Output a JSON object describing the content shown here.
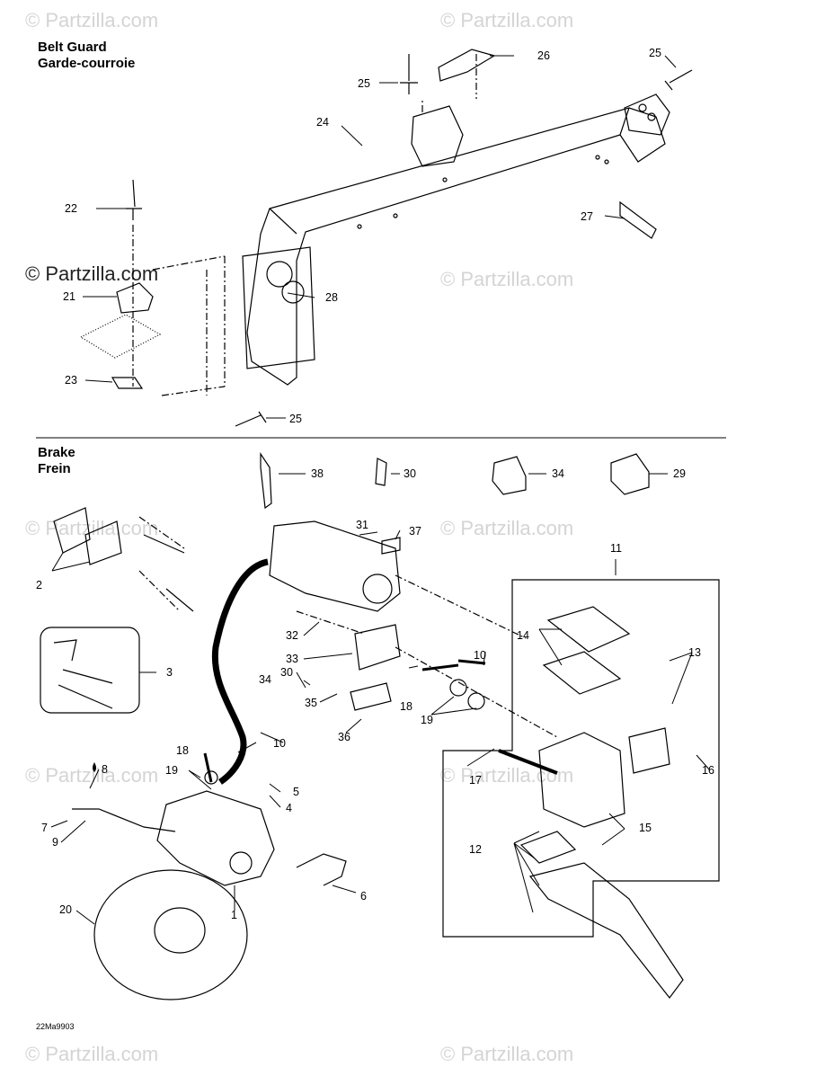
{
  "sections": {
    "belt_guard": {
      "title_en": "Belt Guard",
      "title_fr": "Garde-courroie"
    },
    "brake": {
      "title_en": "Brake",
      "title_fr": "Frein"
    }
  },
  "watermark": {
    "text": "Partzilla.com",
    "copyright_text": "© Partzilla.com"
  },
  "diagram_code": "22Ma9903",
  "callouts": {
    "c1": "1",
    "c2": "2",
    "c3": "3",
    "c4": "4",
    "c5": "5",
    "c6": "6",
    "c7": "7",
    "c8": "8",
    "c9": "9",
    "c10a": "10",
    "c10b": "10",
    "c11": "11",
    "c12": "12",
    "c13": "13",
    "c14": "14",
    "c15": "15",
    "c16": "16",
    "c17": "17",
    "c18a": "18",
    "c18b": "18",
    "c19a": "19",
    "c19b": "19",
    "c20": "20",
    "c21": "21",
    "c22": "22",
    "c23": "23",
    "c24": "24",
    "c25a": "25",
    "c25b": "25",
    "c25c": "25",
    "c26": "26",
    "c27": "27",
    "c28": "28",
    "c29": "29",
    "c30a": "30",
    "c30b": "30",
    "c31": "31",
    "c32": "32",
    "c33": "33",
    "c34a": "34",
    "c34b": "34",
    "c35": "35",
    "c36": "36",
    "c37": "37",
    "c38": "38"
  },
  "colors": {
    "line": "#000000",
    "watermark": "#d4d4d4",
    "background": "#ffffff"
  }
}
